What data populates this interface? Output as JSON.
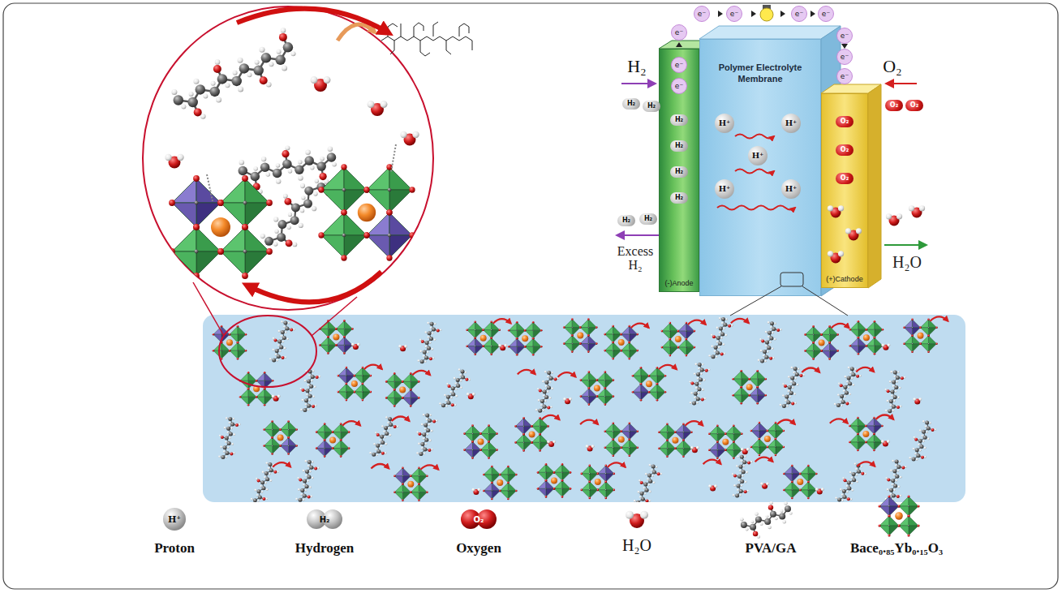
{
  "diagram": {
    "nodes": [
      {
        "text": [
          "(-)Anode"
        ]
      },
      {
        "text": [
          "Polymer Electrolyte Membrane"
        ]
      },
      {
        "text": [
          "(+)Cathode"
        ]
      }
    ],
    "edges": [
      {
        "from": 0,
        "to": 2,
        "arrow": "to"
      }
    ],
    "labels": [
      "H₂",
      "O₂",
      "e⁻",
      "e⁻",
      "e⁻",
      "e⁻",
      "e⁻",
      "e⁻",
      "e⁻",
      "e⁻",
      "e⁻",
      "e⁻",
      "H⁺",
      "H⁺",
      "H⁺",
      "H⁺",
      "H⁺",
      "H₂",
      "H₂",
      "H₂",
      "H₂",
      "H₂",
      "H₂",
      "H₂",
      "H₂",
      "O₂",
      "O₂",
      "O₂",
      "O₂",
      "O₂",
      "Excess H₂",
      "H₂O",
      "H⁺",
      "H₂",
      "O₂"
    ],
    "legend": [
      {
        "text": "Proton"
      },
      {
        "text": "Hydrogen"
      },
      {
        "text": "Oxygen"
      },
      {
        "text": "H₂O"
      },
      {
        "text": "PVA/GA"
      },
      {
        "text": "Bace₀.₈₅Yb₀.₁₅O₃"
      }
    ]
  }
}
